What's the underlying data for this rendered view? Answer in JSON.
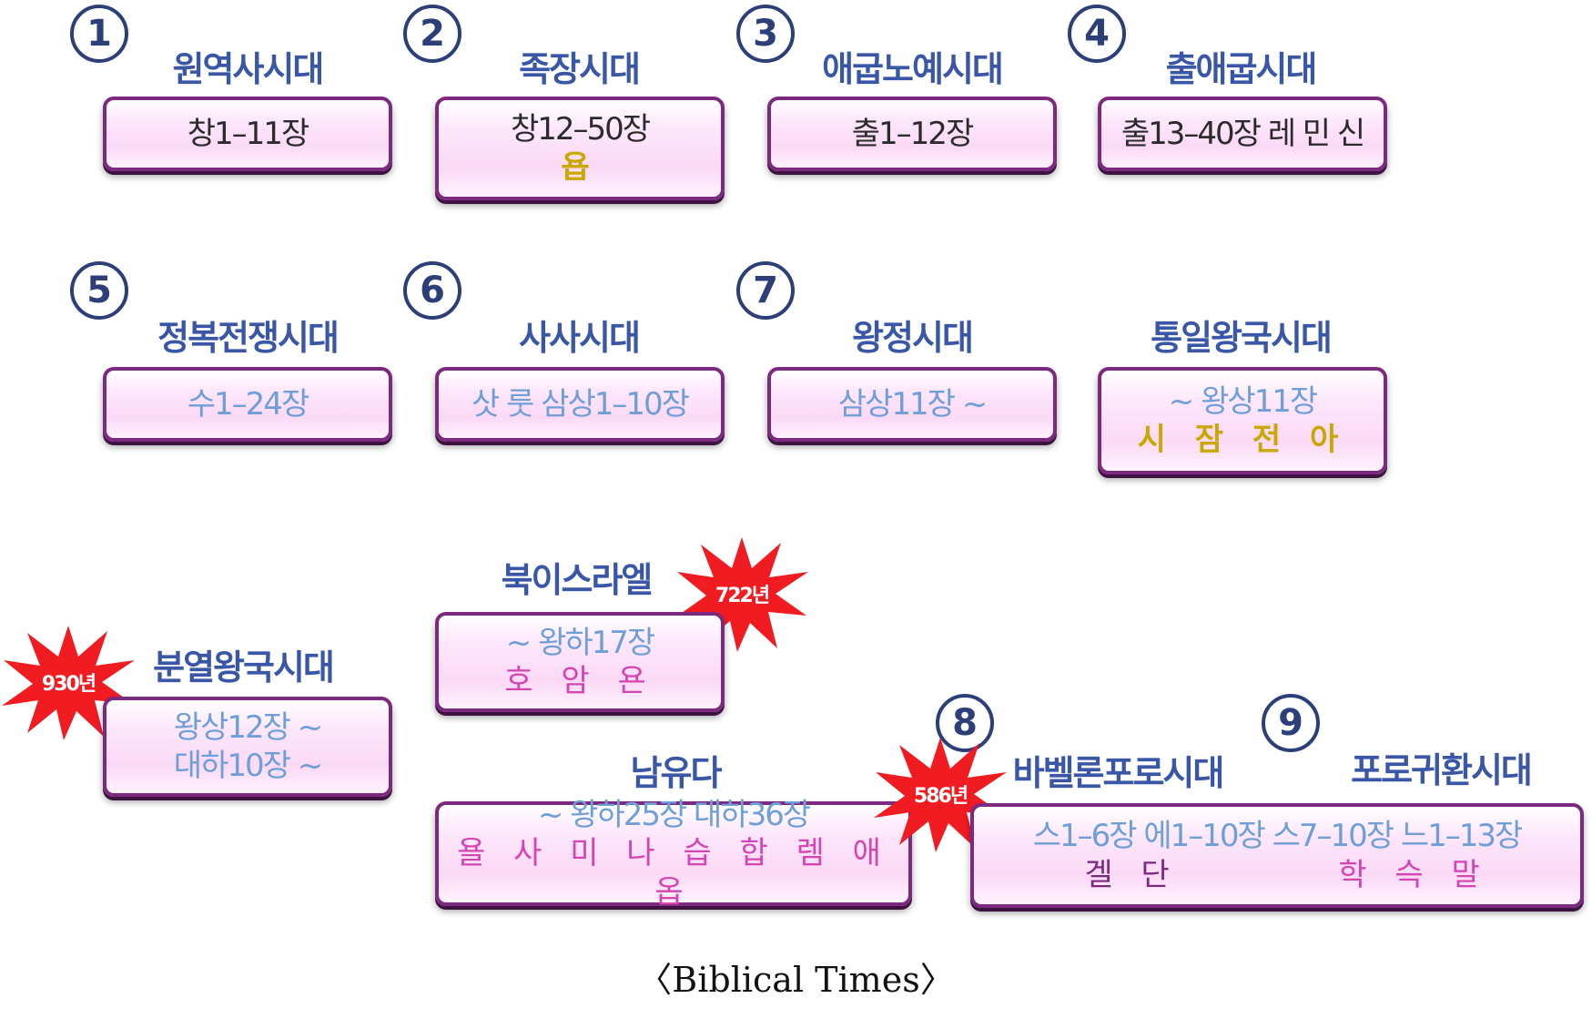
{
  "caption": "〈Biblical Times〉",
  "periods": {
    "p1": {
      "num": "1",
      "title": "원역사시대",
      "line1": "창1–11장"
    },
    "p2": {
      "num": "2",
      "title": "족장시대",
      "line1": "창12–50장",
      "line2": "욥"
    },
    "p3": {
      "num": "3",
      "title": "애굽노예시대",
      "line1": "출1–12장"
    },
    "p4": {
      "num": "4",
      "title": "출애굽시대",
      "line1": "출13–40장 레 민 신"
    },
    "p5": {
      "num": "5",
      "title": "정복전쟁시대",
      "line1": "수1–24장"
    },
    "p6": {
      "num": "6",
      "title": "사사시대",
      "line1": "삿 룻 삼상1–10장"
    },
    "p7": {
      "num": "7",
      "title": "왕정시대",
      "line1": "삼상11장 ~"
    },
    "united": {
      "title": "통일왕국시대",
      "line1": "~ 왕상11장",
      "line2": "시 잠 전 아"
    },
    "divided": {
      "title": "분열왕국시대",
      "line1": "왕상12장 ~",
      "line2": "대하10장 ~",
      "burst": "930년"
    },
    "north": {
      "title": "북이스라엘",
      "line1": "~ 왕하17장",
      "line2": "호 암 욘",
      "burst": "722년"
    },
    "south": {
      "title": "남유다",
      "line1": "~ 왕하25장  대하36장",
      "line2": "욜 사 미 나 습 합 렘 애 옵"
    },
    "p8": {
      "num": "8",
      "title": "바벨론포로시대",
      "burst": "586년"
    },
    "p9": {
      "num": "9",
      "title": "포로귀환시대"
    },
    "exile_box": {
      "line1": "스1–6장  에1–10장  스7–10장  느1–13장",
      "left2": "겔 단",
      "right2": "학 슥 말"
    }
  },
  "colors": {
    "number": "#2c3f78",
    "title": "#3a56a6",
    "border": "#7b2a80",
    "burst": "#f01c22",
    "blue_text": "#6f9fd8",
    "gold_text": "#c9a800",
    "magenta_text": "#d445b2"
  }
}
